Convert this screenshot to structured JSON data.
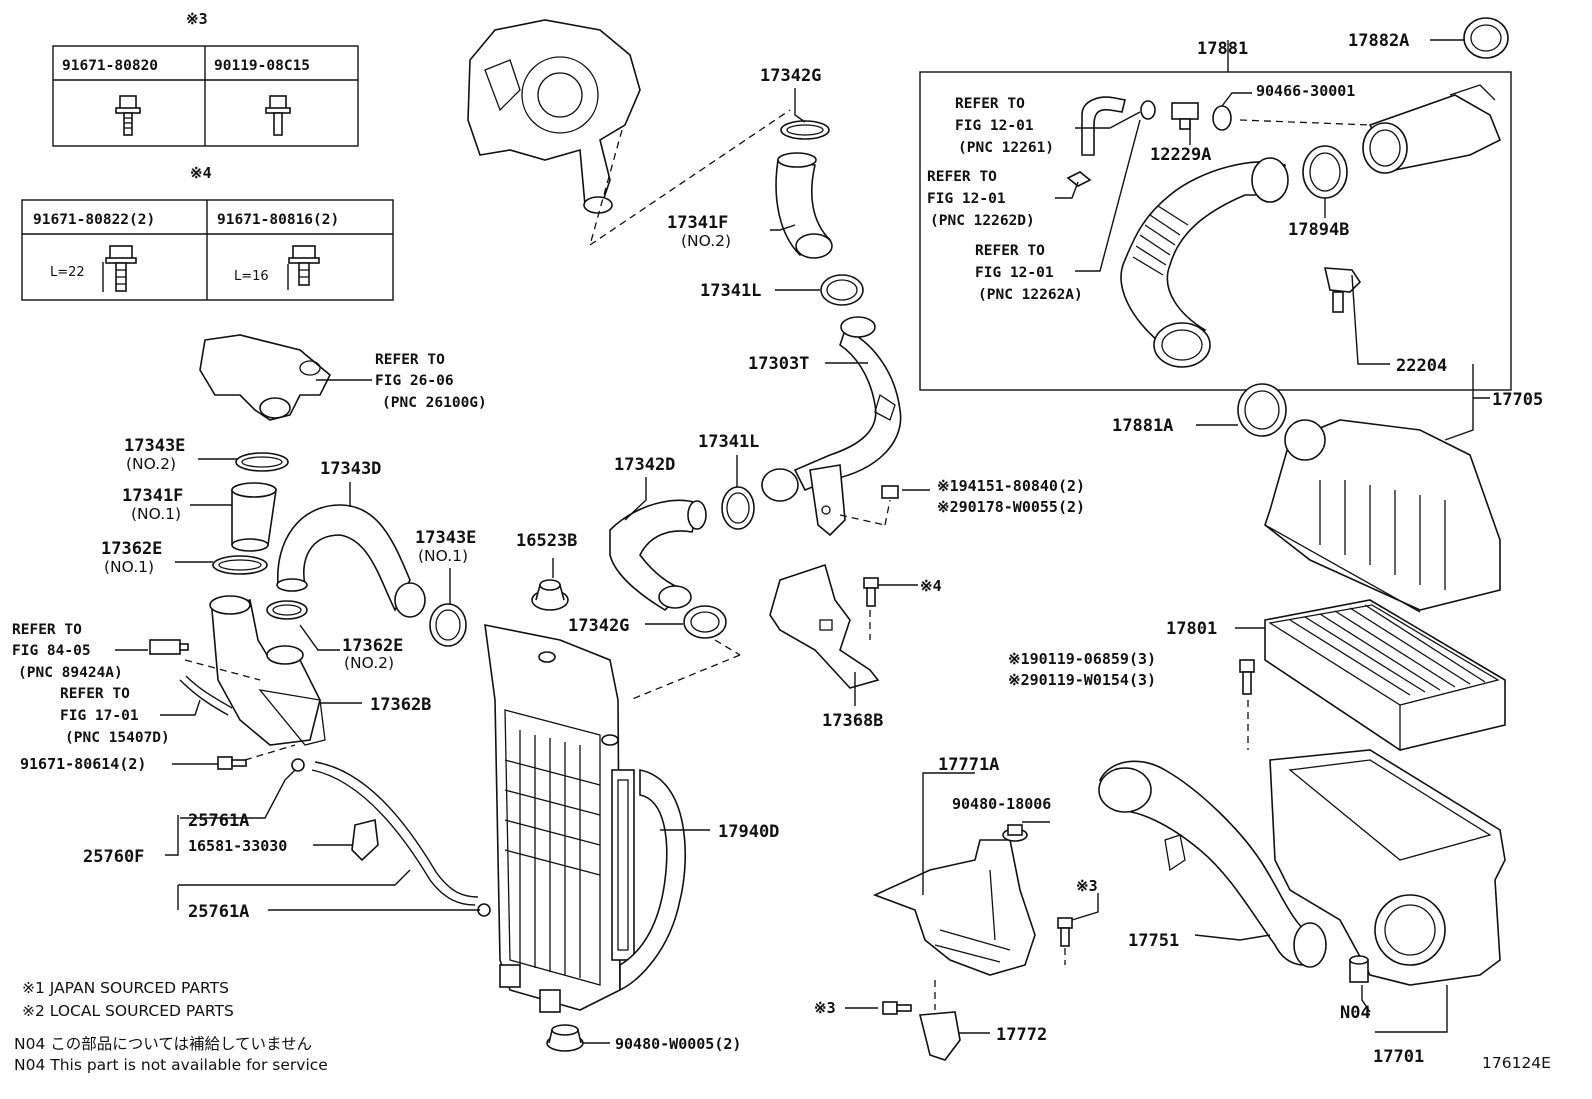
{
  "tables": {
    "group3_mark": "※3",
    "group3": [
      {
        "part": "91671-80820"
      },
      {
        "part": "90119-08C15"
      }
    ],
    "group4_mark": "※4",
    "group4": [
      {
        "part": "91671-80822(2)",
        "length": "L=22"
      },
      {
        "part": "91671-80816(2)",
        "length": "L=16"
      }
    ]
  },
  "labels": {
    "p17342G_top": "17342G",
    "p17341F_top": "17341F",
    "p17341F_top_sub": "(NO.2)",
    "p17341L_top": "17341L",
    "p17303T": "17303T",
    "p17341L_mid": "17341L",
    "p17342D": "17342D",
    "p17342G_bot": "17342G",
    "p16523B": "16523B",
    "p17343D": "17343D",
    "p17343E_top": "17343E",
    "p17343E_top_sub": "(NO.2)",
    "p17341F_left": "17341F",
    "p17341F_left_sub": "(NO.1)",
    "p17362E_top": "17362E",
    "p17362E_top_sub": "(NO.1)",
    "p17343E_mid": "17343E",
    "p17343E_mid_sub": "(NO.1)",
    "p17362E_mid": "17362E",
    "p17362E_mid_sub": "(NO.2)",
    "p17362B": "17362B",
    "p91671_80614": "91671-80614(2)",
    "p25761A_top": "25761A",
    "p16581_33030": "16581-33030",
    "p25760F": "25760F",
    "p25761A_bot": "25761A",
    "p17940D": "17940D",
    "p90480_W0005": "90480-W0005(2)",
    "p194151": "※194151-80840(2)",
    "p290178": "※290178-W0055(2)",
    "p17368B": "17368B",
    "p_mark4": "※4",
    "p17881": "17881",
    "p17882A": "17882A",
    "p90466_30001": "90466-30001",
    "p12229A": "12229A",
    "p17894B": "17894B",
    "p17881A": "17881A",
    "p22204": "22204",
    "p17705": "17705",
    "p17801": "17801",
    "p190119": "※190119-06859(3)",
    "p290119": "※290119-W0154(3)",
    "p17771A": "17771A",
    "p90480_18006": "90480-18006",
    "p_mark3_a": "※3",
    "p_mark3_b": "※3",
    "p17772": "17772",
    "p17751": "17751",
    "pN04": "N04",
    "p17701": "17701",
    "fig_id": "176124E"
  },
  "refers": {
    "r26": [
      "REFER TO",
      "FIG 26-06",
      "(PNC 26100G)"
    ],
    "r84": [
      "REFER TO",
      "FIG 84-05",
      "(PNC 89424A)"
    ],
    "r17": [
      "REFER TO",
      "FIG 17-01",
      "(PNC 15407D)"
    ],
    "r12a": [
      "REFER TO",
      "FIG 12-01",
      "(PNC 12261)"
    ],
    "r12b": [
      "REFER TO",
      "FIG 12-01",
      "(PNC 12262D)"
    ],
    "r12c": [
      "REFER TO",
      "FIG 12-01",
      "(PNC 12262A)"
    ]
  },
  "notes": {
    "n1": "※1 JAPAN SOURCED PARTS",
    "n2": "※2 LOCAL SOURCED PARTS",
    "n3": "N04  この部品については補給していません",
    "n4": "N04  This part is not available for service"
  }
}
